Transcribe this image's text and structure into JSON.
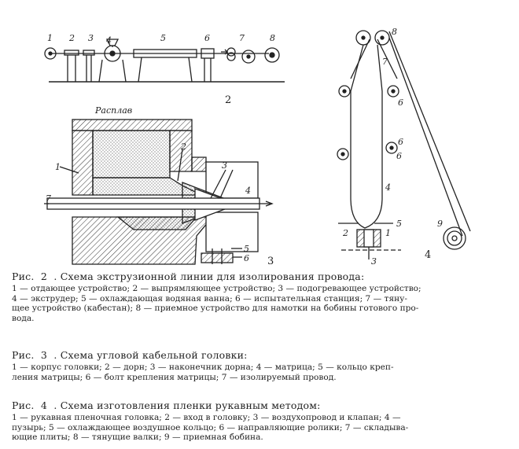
{
  "fig2": {
    "marks": [
      "1",
      "2",
      "3",
      "4",
      "5",
      "6",
      "7",
      "8"
    ],
    "number": "2"
  },
  "fig3": {
    "melt_label": "Расплав",
    "marks": [
      "1",
      "2",
      "3",
      "4",
      "5",
      "6",
      "7"
    ],
    "number": "3"
  },
  "fig4": {
    "marks": [
      "1",
      "2",
      "3",
      "4",
      "5",
      "6",
      "6",
      "6",
      "7",
      "8",
      "9"
    ],
    "number": "4"
  },
  "captions": [
    {
      "prefix": "Рис.",
      "num": "2",
      "title": ". Схема экструзионной линии для изолирования провода:",
      "lines": [
        "1 — отдающее устройство; 2 — выпрямляющее устройство; 3 — подогревающее устройство;",
        "4 — экструдер; 5 — охлаждающая водяная ванна; 6 — испытательная станция; 7 — тяну-",
        "щее устройство (кабестан); 8 — приемное устройство для намотки на бобины готового про-",
        "вода."
      ]
    },
    {
      "prefix": "Рис.",
      "num": "3",
      "title": ". Схема угловой кабельной головки:",
      "lines": [
        "1 — корпус головки; 2 — дорн; 3 — наконечник дорна; 4 — матрица; 5 — кольцо креп-",
        "ления матрицы; 6 — болт крепления матрицы; 7 — изолируемый провод."
      ]
    },
    {
      "prefix": "Рис.",
      "num": "4",
      "title": ". Схема изготовления пленки рукавным методом:",
      "lines": [
        "1 — рукавная пленочная головка; 2 — вход в головку; 3 — воздухопровод и клапан; 4 —",
        "пузырь; 5 — охлаждающее воздушное кольцо; 6 — направляющие ролики; 7 — складыва-",
        "ющие плиты; 8 — тянущие валки; 9 — приемная бобина."
      ]
    }
  ]
}
